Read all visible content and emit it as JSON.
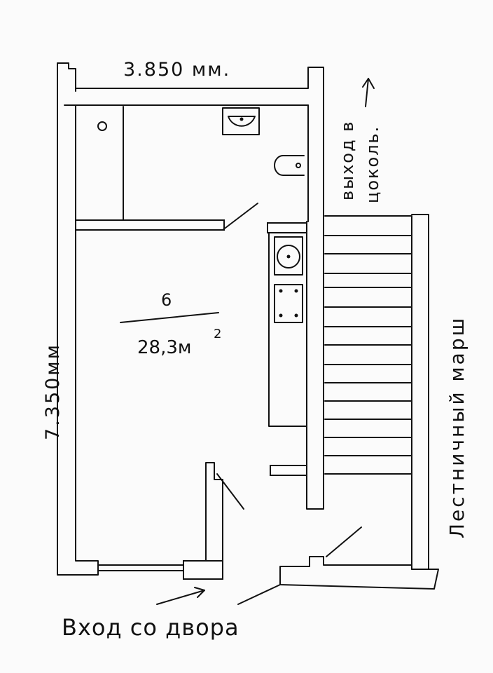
{
  "plan": {
    "width_dim": "3.850 мм.",
    "height_dim": "7.350мм",
    "room_number": "6",
    "room_area": "28,3м",
    "room_area_sup": "2",
    "exit_label_line1": "выход в",
    "exit_label_line2": "цоколь.",
    "stair_label": "Лестничный марш",
    "entrance_label": "Вход со двора"
  }
}
